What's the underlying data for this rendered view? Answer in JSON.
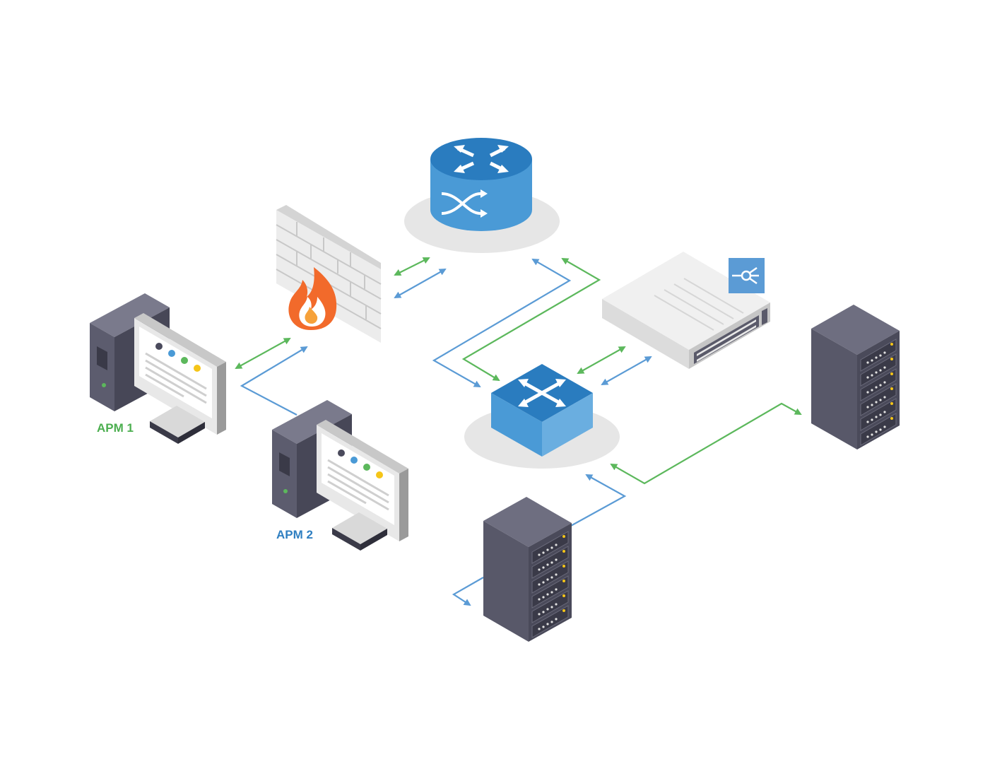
{
  "labels": {
    "apm1": "APM 1",
    "apm2": "APM 2"
  },
  "colors": {
    "green": "#5cb85c",
    "blue": "#5b9bd5",
    "apm1_label": "#4caf50",
    "apm2_label": "#2f7fc1"
  },
  "nodes": [
    {
      "id": "apm1",
      "icon": "workstation-icon"
    },
    {
      "id": "apm2",
      "icon": "workstation-icon"
    },
    {
      "id": "firewall",
      "icon": "firewall-icon"
    },
    {
      "id": "router",
      "icon": "router-icon"
    },
    {
      "id": "switch",
      "icon": "network-switch-icon"
    },
    {
      "id": "load-balancer",
      "icon": "load-balancer-icon"
    },
    {
      "id": "server-right",
      "icon": "server-rack-icon"
    },
    {
      "id": "server-bottom",
      "icon": "server-rack-icon"
    }
  ]
}
